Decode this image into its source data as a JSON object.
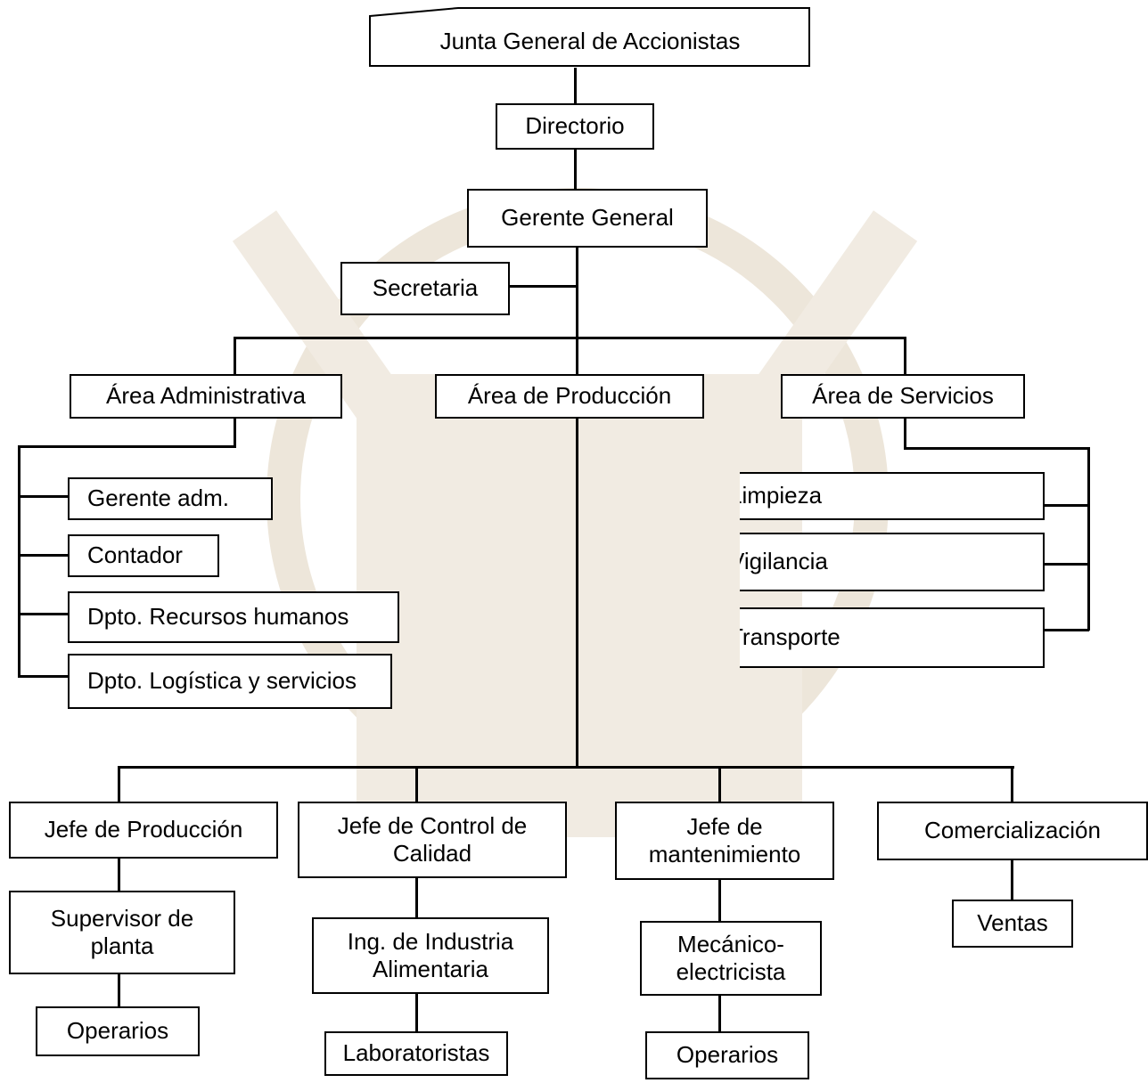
{
  "nodes": {
    "junta": "Junta General de Accionistas",
    "directorio": "Directorio",
    "gerente_general": "Gerente General",
    "secretaria": "Secretaria",
    "area_admin": "Área Administrativa",
    "area_produccion": "Área de Producción",
    "area_servicios": "Área de Servicios",
    "gerente_adm": "Gerente adm.",
    "contador": "Contador",
    "rrhh": "Dpto. Recursos humanos",
    "logistica": "Dpto.  Logística y servicios",
    "limpieza": "Limpieza",
    "vigilancia": "Vigilancia",
    "transporte": "Transporte",
    "jefe_produccion": "Jefe de Producción",
    "jefe_calidad": "Jefe de Control de Calidad",
    "jefe_mantenimiento": "Jefe de mantenimiento",
    "comercializacion": "Comercialización",
    "supervisor": "Supervisor de planta",
    "ing_industria": "Ing. de Industria Alimentaria",
    "mecanico": "Mecánico-electricista",
    "ventas": "Ventas",
    "operarios_1": "Operarios",
    "laboratoristas": "Laboratoristas",
    "operarios_2": "Operarios"
  },
  "colors": {
    "line": "#000000",
    "box_border": "#000000",
    "watermark": "#ebe3d6"
  }
}
